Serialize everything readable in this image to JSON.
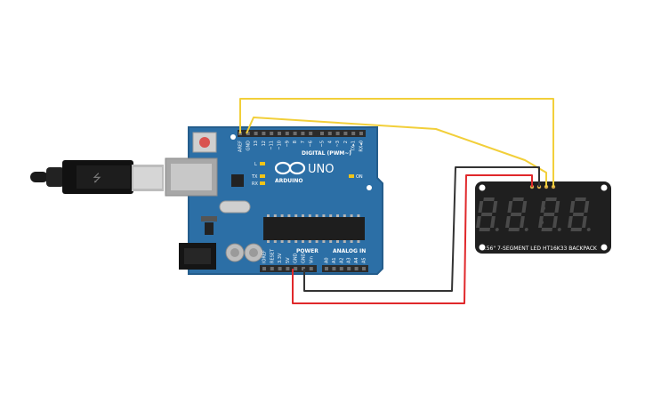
{
  "board": {
    "brand": "ARDUINO",
    "model": "UNO",
    "digital_label": "DIGITAL (PWM~)",
    "power_label": "POWER",
    "analog_label": "ANALOG IN",
    "on_label": "ON",
    "l_label": "L",
    "tx_label": "TX",
    "rx_label": "RX",
    "digital_pins": [
      "AREF",
      "GND",
      "13",
      "12",
      "~11",
      "~10",
      "~9",
      "8",
      "7",
      "~6",
      "~5",
      "4",
      "~3",
      "2",
      "TX▸1",
      "RX◂0"
    ],
    "power_pins": [
      "IOREF",
      "RESET",
      "3.3V",
      "5V",
      "GND",
      "GND",
      "Vin"
    ],
    "analog_pins": [
      "A0",
      "A1",
      "A2",
      "A3",
      "A4",
      "A5"
    ]
  },
  "display": {
    "label": "0.56\" 7-SEGMENT LED HT16K33 BACKPACK",
    "digits": 4
  },
  "colors": {
    "board": "#2c6fa6",
    "board_edge": "#245d8c",
    "header": "#2b2b2b",
    "wire_yellow": "#f2cf3a",
    "wire_red": "#e0282b",
    "wire_black": "#333333",
    "display_body": "#1f1f1f",
    "segment": "#4a4a4a"
  }
}
